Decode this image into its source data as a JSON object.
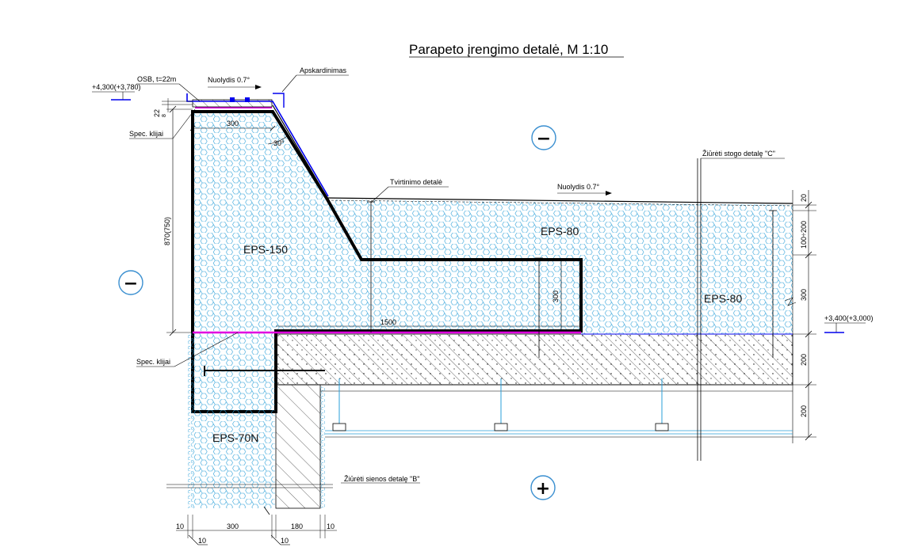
{
  "title": "Parapeto įrengimo detalė, M 1:10",
  "labels": {
    "osb": "OSB, t=22m",
    "apskardinimas": "Apskardinimas",
    "nuolydis_top": "Nuolydis 0.7°",
    "nuolydis_roof": "Nuolydis 0.7°",
    "spec_klijai_top": "Spec. klijai",
    "spec_klijai_mid": "Spec. klijai",
    "tvirtinimo": "Tvirtinimo detalė",
    "ziureti_stogo": "Žiūrėti stogo detalę \"C\"",
    "ziureti_sienos": "Žiūrėti sienos detalę \"B\"",
    "eps150": "EPS-150",
    "eps80_a": "EPS-80",
    "eps80_b": "EPS-80",
    "eps70n": "EPS-70N",
    "angle": "30°"
  },
  "elevations": {
    "top": "+4,300(+3,780)",
    "right": "+3,400(+3,000)"
  },
  "dimensions": {
    "d22": "22",
    "d8": "8",
    "d300_top": "300",
    "d870": "870(750)",
    "d300_mid": "300",
    "d1500": "1500",
    "r20": "20",
    "r100_200": "100÷200",
    "r300": "300",
    "r200a": "200",
    "r200b": "200",
    "b10a": "10",
    "b300": "300",
    "b180": "180",
    "b10b": "10",
    "b10c": "10",
    "b10d": "10"
  },
  "zones": {
    "minus_top": "−",
    "minus_left": "−",
    "plus_bottom": "+"
  },
  "colors": {
    "insulation": "#2a9fd8",
    "membrane": "#e000e0",
    "flashing": "#0000ee",
    "zone_circle": "#3a8fd0"
  }
}
